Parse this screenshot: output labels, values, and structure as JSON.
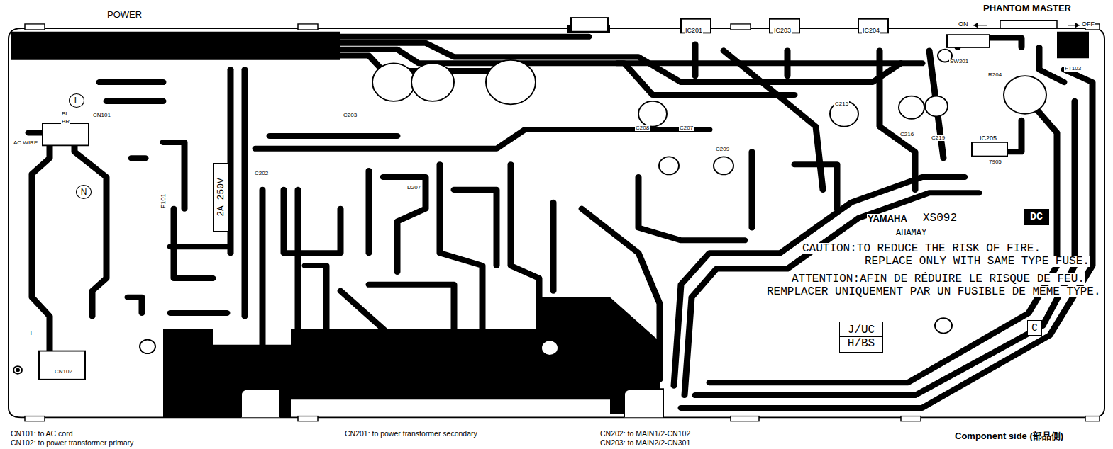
{
  "diagram": {
    "nodes": [
      {
        "text": [
          "L"
        ]
      },
      {
        "text": [
          "2A 250V"
        ]
      },
      {
        "text": [
          "N"
        ]
      },
      {
        "text": [
          "DC"
        ]
      },
      {
        "text": [
          "J/UC",
          "H/BS"
        ]
      },
      {
        "text": [
          "C"
        ]
      }
    ],
    "labels": [
      "POWER",
      "PHANTOM MASTER",
      "ON",
      "OFF",
      "IC201",
      "IC203",
      "IC204",
      "SW201",
      "FT103",
      "R204",
      "C215",
      "C216",
      "C219",
      "C208",
      "C207",
      "C209",
      "C203",
      "C202",
      "D207",
      "IC205",
      "7905",
      "CN101",
      "BL",
      "BR",
      "AC WIRE",
      "F101",
      "CN102",
      "T",
      "YAMAHA",
      "XS092",
      "AHAMAY",
      "CAUTION:TO REDUCE THE RISK OF FIRE.",
      "REPLACE ONLY WITH SAME TYPE FUSE.",
      "ATTENTION:AFIN DE RÉDUIRE LE RISQUE DE FEU.",
      "REMPLACER UNIQUEMENT PAR UN FUSIBLE DE MEME TYPE.",
      "CN101: to AC cord",
      "CN102: to power transformer primary",
      "CN201: to power transformer secondary",
      "CN202: to MAIN1/2-CN102",
      "CN203: to MAIN2/2-CN301",
      "Component side (部品側)"
    ]
  }
}
